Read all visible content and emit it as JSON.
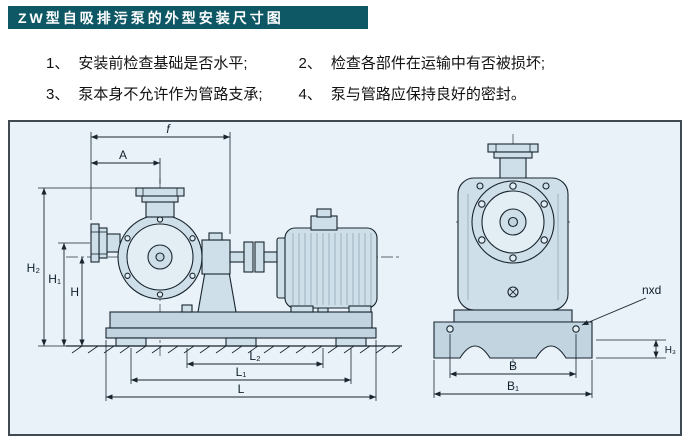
{
  "header": {
    "title": "ZW型自吸排污泵的外型安装尺寸图"
  },
  "notes": [
    {
      "num": "1、",
      "text": "安装前检查基础是否水平;"
    },
    {
      "num": "2、",
      "text": "检查各部件在运输中有否被损坏;"
    },
    {
      "num": "3、",
      "text": "泵本身不允许作为管路支承;"
    },
    {
      "num": "4、",
      "text": "泵与管路应保持良好的密封。"
    }
  ],
  "diagram": {
    "labels": {
      "f": "f",
      "A": "A",
      "H2": "H₂",
      "H1": "H₁",
      "H": "H",
      "L2": "L₂",
      "L1": "L₁",
      "L": "L",
      "nxd": "nxd",
      "B": "B",
      "B1": "B₁",
      "H3": "H₃"
    },
    "colors": {
      "header_bg": "#0e5866",
      "box_bg": "#e9f2f8",
      "line": "#18242e",
      "part_fill": "#cfdfe9"
    }
  }
}
